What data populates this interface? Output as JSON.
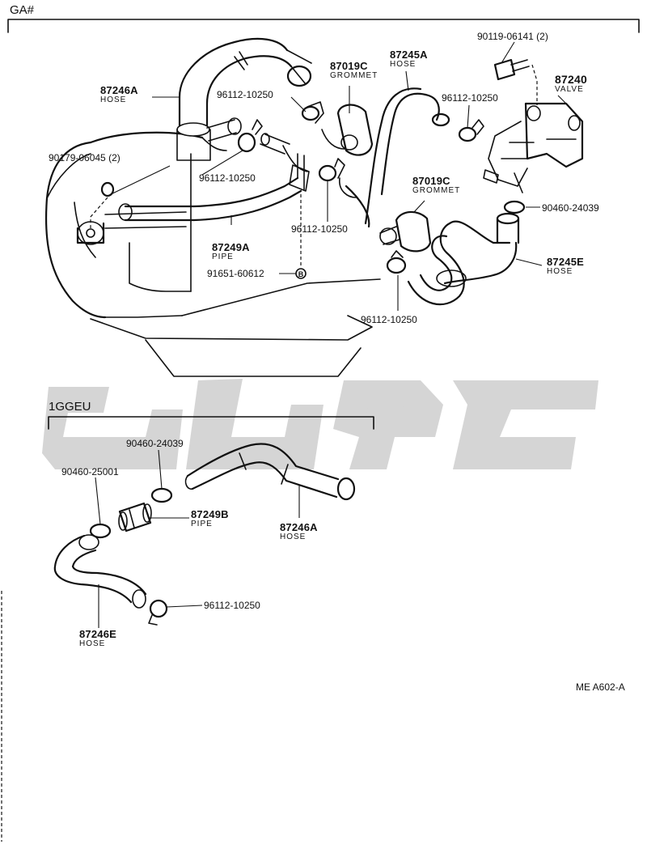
{
  "sections": {
    "top": "GA#",
    "bottom": "1GGEU"
  },
  "top_parts": [
    {
      "id": "p_87246A",
      "number": "87246A",
      "desc": "HOSE"
    },
    {
      "id": "p_90179",
      "number": "90179-06045 (2)",
      "desc": ""
    },
    {
      "id": "p_96112_a",
      "number": "96112-10250",
      "desc": ""
    },
    {
      "id": "p_96112_b",
      "number": "96112-10250",
      "desc": ""
    },
    {
      "id": "p_87019C_a",
      "number": "87019C",
      "desc": "GROMMET"
    },
    {
      "id": "p_87245A",
      "number": "87245A",
      "desc": "HOSE"
    },
    {
      "id": "p_90119",
      "number": "90119-06141 (2)",
      "desc": ""
    },
    {
      "id": "p_87240",
      "number": "87240",
      "desc": "VALVE"
    },
    {
      "id": "p_96112_c",
      "number": "96112-10250",
      "desc": ""
    },
    {
      "id": "p_87019C_b",
      "number": "87019C",
      "desc": "GROMMET"
    },
    {
      "id": "p_90460_24039",
      "number": "90460-24039",
      "desc": ""
    },
    {
      "id": "p_96112_d",
      "number": "96112-10250",
      "desc": ""
    },
    {
      "id": "p_87249A",
      "number": "87249A",
      "desc": "PIPE"
    },
    {
      "id": "p_91651",
      "number": "91651-60612",
      "desc": ""
    },
    {
      "id": "p_87245E",
      "number": "87245E",
      "desc": "HOSE"
    },
    {
      "id": "p_96112_e",
      "number": "96112-10250",
      "desc": ""
    }
  ],
  "bottom_parts": [
    {
      "id": "b_90460_24039",
      "number": "90460-24039",
      "desc": ""
    },
    {
      "id": "b_90460_25001",
      "number": "90460-25001",
      "desc": ""
    },
    {
      "id": "b_87249B",
      "number": "87249B",
      "desc": "PIPE"
    },
    {
      "id": "b_87246A",
      "number": "87246A",
      "desc": "HOSE"
    },
    {
      "id": "b_96112",
      "number": "96112-10250",
      "desc": ""
    },
    {
      "id": "b_87246E",
      "number": "87246E",
      "desc": "HOSE"
    }
  ],
  "b_marker": "B",
  "figure_ref": "ME  A602-A",
  "colors": {
    "line": "#111111",
    "watermark": "#d5d5d5",
    "background": "#ffffff"
  }
}
